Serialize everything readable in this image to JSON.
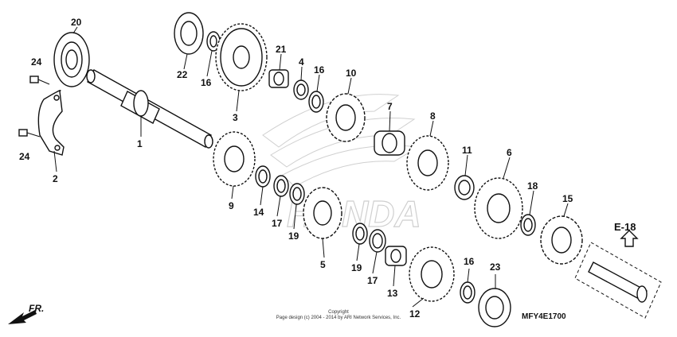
{
  "diagram": {
    "callouts": [
      {
        "id": "1",
        "label": "1"
      },
      {
        "id": "2",
        "label": "2"
      },
      {
        "id": "3",
        "label": "3"
      },
      {
        "id": "4",
        "label": "4"
      },
      {
        "id": "5",
        "label": "5"
      },
      {
        "id": "6",
        "label": "6"
      },
      {
        "id": "7",
        "label": "7"
      },
      {
        "id": "8",
        "label": "8"
      },
      {
        "id": "9",
        "label": "9"
      },
      {
        "id": "10",
        "label": "10"
      },
      {
        "id": "11",
        "label": "11"
      },
      {
        "id": "12",
        "label": "12"
      },
      {
        "id": "13",
        "label": "13"
      },
      {
        "id": "14",
        "label": "14"
      },
      {
        "id": "15",
        "label": "15"
      },
      {
        "id": "16a",
        "label": "16"
      },
      {
        "id": "16b",
        "label": "16"
      },
      {
        "id": "16c",
        "label": "16"
      },
      {
        "id": "17a",
        "label": "17"
      },
      {
        "id": "17b",
        "label": "17"
      },
      {
        "id": "18",
        "label": "18"
      },
      {
        "id": "19a",
        "label": "19"
      },
      {
        "id": "19b",
        "label": "19"
      },
      {
        "id": "20",
        "label": "20"
      },
      {
        "id": "21",
        "label": "21"
      },
      {
        "id": "22",
        "label": "22"
      },
      {
        "id": "23",
        "label": "23"
      },
      {
        "id": "24a",
        "label": "24"
      },
      {
        "id": "24b",
        "label": "24"
      }
    ],
    "reference": "E-18",
    "direction": "FR.",
    "copyright_line1": "Copyright",
    "copyright_line2": "Page design (c) 2004 - 2014 by ARI Network Services, Inc.",
    "diagram_code": "MFY4E1700",
    "watermark": "HONDA"
  }
}
